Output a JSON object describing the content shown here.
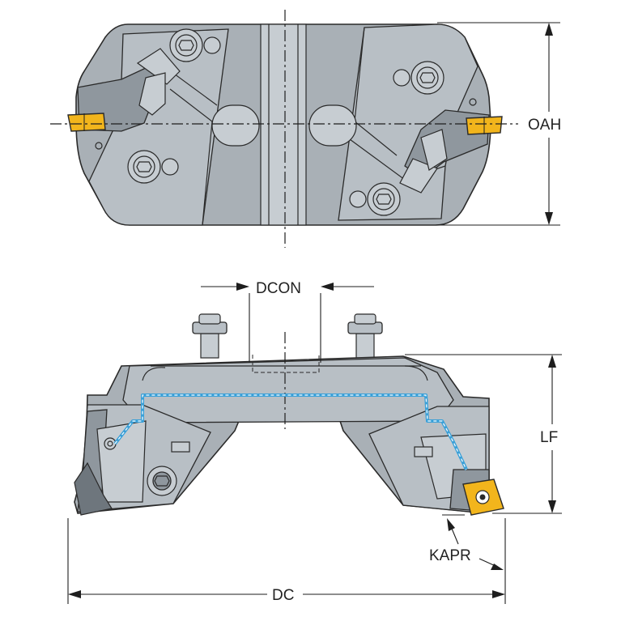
{
  "labels": {
    "oah": "OAH",
    "dcon": "DCON",
    "lf": "LF",
    "kapr": "KAPR",
    "dc": "DC"
  },
  "colors": {
    "body": "#a9b0b6",
    "body_dark": "#8f979e",
    "insert": "#f2b51c",
    "coolant": "#3aa0d8",
    "line": "#2a2a2a"
  }
}
